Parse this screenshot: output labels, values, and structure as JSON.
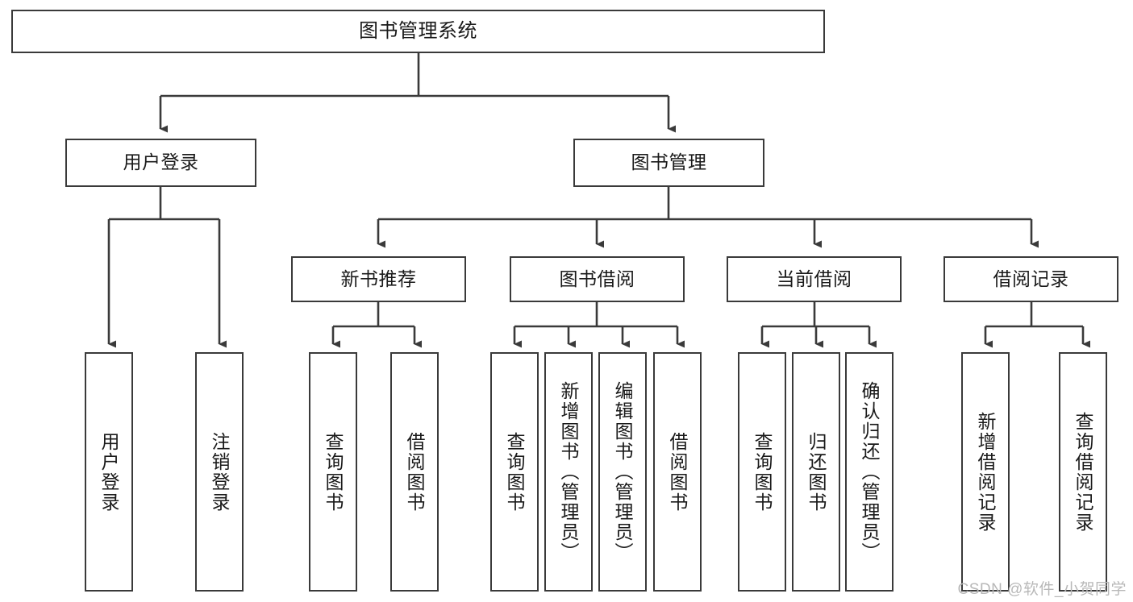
{
  "diagram": {
    "title": "图书管理系统",
    "type": "tree-hierarchy-diagram",
    "nodes": {
      "root": {
        "label": "图书管理系统"
      },
      "level2": [
        {
          "label": "用户登录"
        },
        {
          "label": "图书管理"
        }
      ],
      "level3": [
        {
          "label": "新书推荐"
        },
        {
          "label": "图书借阅"
        },
        {
          "label": "当前借阅"
        },
        {
          "label": "借阅记录"
        }
      ],
      "leaves_user_login": [
        {
          "label": "用户登录"
        },
        {
          "label": "注销登录"
        }
      ],
      "leaves_new_book": [
        {
          "label": "查询图书"
        },
        {
          "label": "借阅图书"
        }
      ],
      "leaves_borrow": [
        {
          "label": "查询图书"
        },
        {
          "label": "新增图书（管理员）"
        },
        {
          "label": "编辑图书（管理员）"
        },
        {
          "label": "借阅图书"
        }
      ],
      "leaves_current": [
        {
          "label": "查询图书"
        },
        {
          "label": "归还图书"
        },
        {
          "label": "确认归还（管理员）"
        }
      ],
      "leaves_record": [
        {
          "label": "新增借阅记录"
        },
        {
          "label": "查询借阅记录"
        }
      ]
    },
    "watermark": "CSDN @软件_小贺同学",
    "colors": {
      "stroke": "#3a3a3a",
      "fill": "#ffffff",
      "text": "#1a1a1a",
      "watermark": "#b8b8b8"
    }
  }
}
